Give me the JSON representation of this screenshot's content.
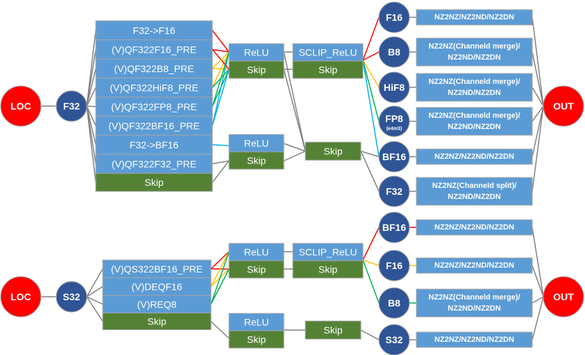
{
  "colors": {
    "blue_box": "#5b9bd5",
    "green_box": "#548235",
    "box_border": "#a6a6a6",
    "red_circle": "#ff0000",
    "navy_circle": "#2f5597",
    "gray_line": "#808080",
    "red_line": "#ff0000",
    "orange_line": "#ffc000",
    "green_line": "#00b050",
    "cyan_line": "#00b0f0"
  },
  "top": {
    "loc": "LOC",
    "f32": "F32",
    "out": "OUT",
    "quant": [
      "F32->F16",
      "(V)QF322F16_PRE",
      "(V)QF322B8_PRE",
      "(V)QF322HiF8_PRE",
      "(V)QF322FP8_PRE",
      "(V)QF322BF16_PRE",
      "F32->BF16",
      "(V)QF322F32_PRE"
    ],
    "quant_skip": "Skip",
    "act1": "ReLU",
    "act1_skip": "Skip",
    "sclip": "SCLIP_ReLU",
    "sclip_skip": "Skip",
    "act2": "ReLU",
    "act2_skip": "Skip",
    "mid_skip": "Skip",
    "dtypes": [
      "F16",
      "B8",
      "HiF8",
      "FP8",
      "BF16",
      "F32"
    ],
    "fp8_sub": "(e4m3)",
    "layouts": [
      [
        "NZ2NZ/NZ2ND/NZ2DN"
      ],
      [
        "NZ2NZ(Channeld merge)/",
        "NZ2ND/NZ2DN"
      ],
      [
        "NZ2NZ(Channeld merge)/",
        "NZ2ND/NZ2DN"
      ],
      [
        "NZ2NZ(Channeld merge)/",
        "NZ2ND/NZ2DN"
      ],
      [
        "NZ2NZ/NZ2ND/NZ2DN"
      ],
      [
        "NZ2NZ(Channeld split)/",
        "NZ2ND/NZ2DN"
      ]
    ]
  },
  "bottom": {
    "loc": "LOC",
    "s32": "S32",
    "out": "OUT",
    "quant": [
      "(V)QS322BF16_PRE",
      "(V)DEQF16",
      "(V)REQ8"
    ],
    "quant_skip": "Skip",
    "act1": "ReLU",
    "act1_skip": "Skip",
    "sclip": "SCLIP_ReLU",
    "sclip_skip": "Skip",
    "act2": "ReLU",
    "act2_skip": "Skip",
    "mid_skip": "Skip",
    "dtypes": [
      "BF16",
      "F16",
      "B8",
      "S32"
    ],
    "layouts": [
      [
        "NZ2NZ/NZ2ND/NZ2DN"
      ],
      [
        "NZ2NZ/NZ2ND/NZ2DN"
      ],
      [
        "NZ2NZ(Channeld merge)/",
        "NZ2ND/NZ2DN"
      ],
      [
        "NZ2NZ/NZ2ND/NZ2DN"
      ]
    ]
  }
}
